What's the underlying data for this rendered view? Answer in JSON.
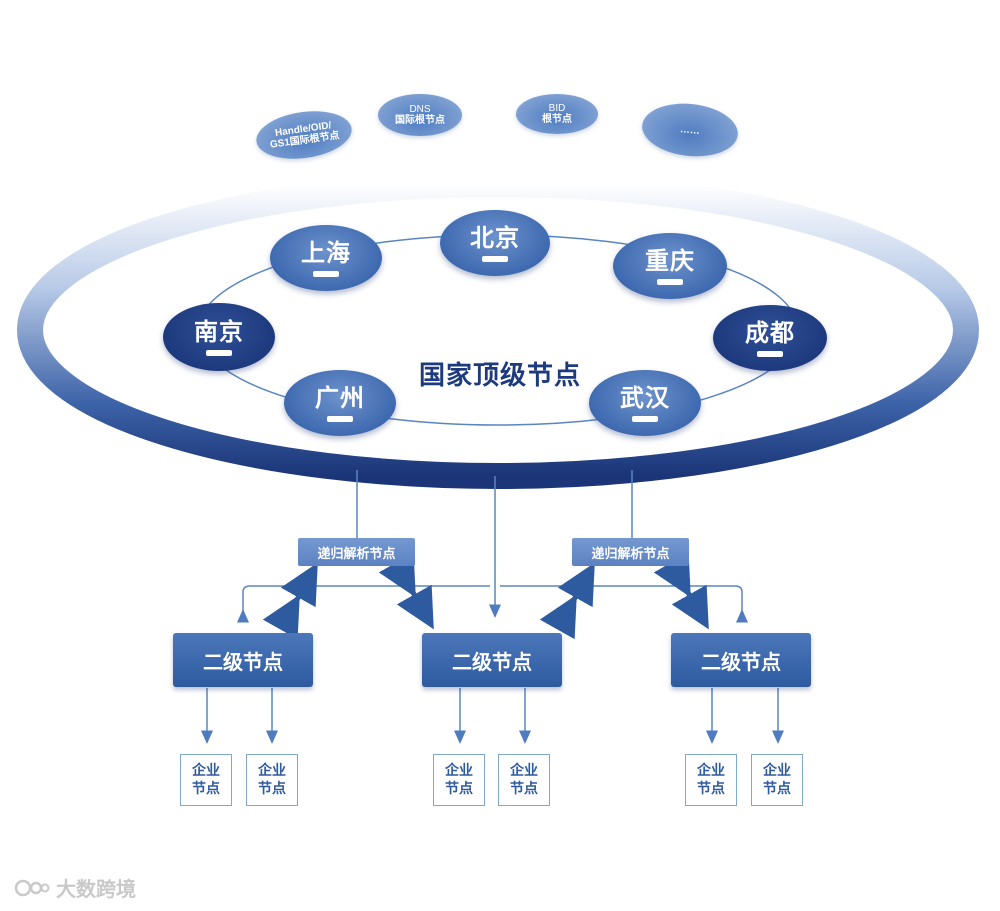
{
  "root_nodes": [
    {
      "line1": "Handle/OID/",
      "line2": "GS1国际根节点"
    },
    {
      "line1": "DNS",
      "line2": "国际根节点"
    },
    {
      "line1": "BID",
      "line2": "根节点"
    },
    {
      "line1": "……",
      "line2": ""
    }
  ],
  "top_level": {
    "title": "国家顶级节点",
    "cities": [
      "北京",
      "上海",
      "重庆",
      "南京",
      "成都",
      "广州",
      "武汉"
    ]
  },
  "recursive_nodes": [
    "递归解析节点",
    "递归解析节点"
  ],
  "secondary_nodes": [
    "二级节点",
    "二级节点",
    "二级节点"
  ],
  "enterprise_node": {
    "line1": "企业",
    "line2": "节点"
  },
  "watermark": "大数跨境",
  "colors": {
    "ring_dark": "#1e3a7e",
    "ring_light": "#ffffff",
    "node_light": "#3f6ab0",
    "node_dark": "#1e3a7e",
    "line": "#5a86c0",
    "enterprise_border": "#7fa7cf"
  }
}
